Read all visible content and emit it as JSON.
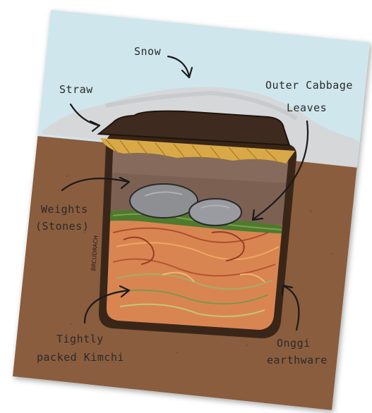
{
  "labels": {
    "snow": "Snow",
    "straw": "Straw",
    "outer_leaves_line1": "Outer Cabbage",
    "outer_leaves_line2": "Leaves",
    "weights_line1": "Weights",
    "weights_line2": "(Stones)",
    "kimchi_line1": "Tightly",
    "kimchi_line2": "packed Kimchi",
    "onggi_line1": "Onggi",
    "onggi_line2": "earthware"
  },
  "signature": "BRCUDRACH",
  "colors": {
    "sky": "#cfe6ec",
    "snow": "#d6d8da",
    "soil": "#8a5d3e",
    "jar": "#3a2618",
    "straw": "#d9a948",
    "stone": "#8e8f93",
    "leaves": "#4f7a2e",
    "kimchi_red": "#d87a4a",
    "kimchi_green": "#9ab56a",
    "arrows": "#1a1a1a"
  }
}
